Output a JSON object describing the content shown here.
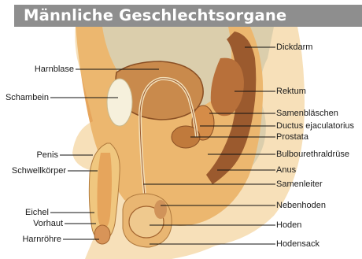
{
  "title": "Männliche Geschlechtsorgane",
  "labels_right": [
    "Dickdarm",
    "Rektum",
    "Samenbläschen",
    "Ductus ejaculatorius",
    "Prostata",
    "Bulbourethraldrüse",
    "Anus",
    "Samenleiter",
    "Nebenhoden",
    "Hoden",
    "Hodensack"
  ],
  "labels_left": [
    "Harnblase",
    "Schambein",
    "Penis",
    "Schwellkörper",
    "Eichel",
    "Vorhaut",
    "Harnröhre"
  ],
  "colors": {
    "title_bar": "#8e8e8e",
    "title_text": "#ffffff",
    "skin": "#f0c77f",
    "tissue": "#e6a55c",
    "organ_dark": "#9b5a2e",
    "pelvis_blue": "#c2d8e3",
    "bone": "#f6f0dc",
    "leader_line": "#111111"
  }
}
